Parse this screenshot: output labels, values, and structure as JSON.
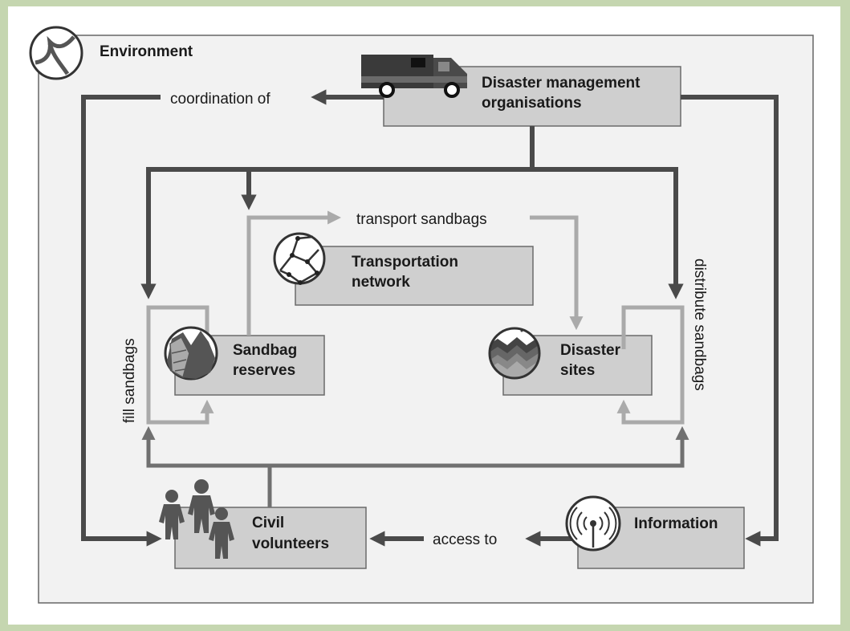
{
  "environment": {
    "label": "Environment",
    "icon": "environment-icon"
  },
  "nodes": {
    "disaster_management": {
      "line1": "Disaster management",
      "line2": "organisations",
      "icon": "ambulance-icon"
    },
    "transportation": {
      "line1": "Transportation",
      "line2": "network",
      "icon": "road-network-icon"
    },
    "sandbag_reserves": {
      "line1": "Sandbag",
      "line2": "reserves",
      "icon": "sandbag-icon"
    },
    "disaster_sites": {
      "line1": "Disaster",
      "line2": "sites",
      "icon": "flood-icon"
    },
    "civil_volunteers": {
      "line1": "Civil",
      "line2": "volunteers",
      "icon": "people-icon"
    },
    "information": {
      "line1": "Information",
      "icon": "broadcast-icon"
    }
  },
  "edges": {
    "coordination_of": "coordination of",
    "transport_sandbags": "transport sandbags",
    "fill_sandbags": "fill sandbags",
    "distribute_sandbags": "distribute sandbags",
    "access_to": "access to"
  },
  "colors": {
    "background": "#c5d6b0",
    "panel": "#f2f2f2",
    "box": "#cfcfcf",
    "arrow_dark": "#4a4a4a",
    "arrow_light": "#aaaaaa"
  }
}
